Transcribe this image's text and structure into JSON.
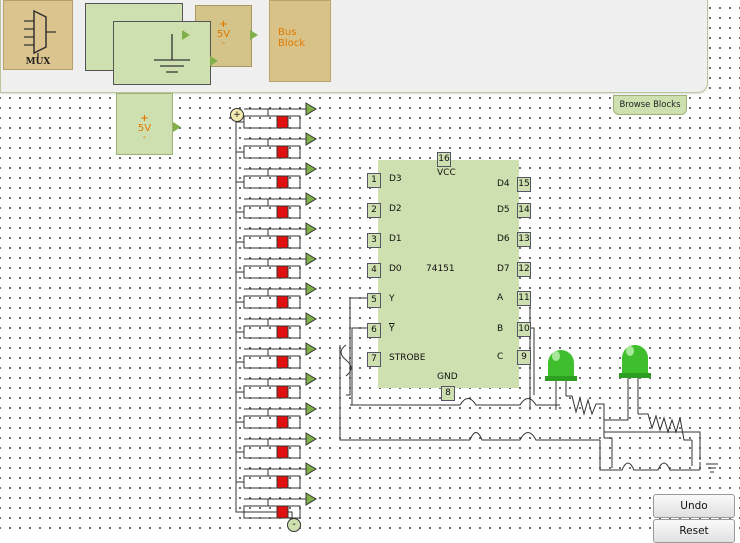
{
  "palette": {
    "mux_label": "MUX",
    "power_plus": "+",
    "power_label": "5V",
    "power_minus": "-",
    "bus_label_line1": "Bus",
    "bus_label_line2": "Block"
  },
  "browse_blocks_label": "Browse Blocks",
  "canvas_power": {
    "plus": "+",
    "label": "5V",
    "minus": "-"
  },
  "switch_bank": {
    "count": 14,
    "top_terminal": "+",
    "bottom_terminal": "-"
  },
  "chip": {
    "part": "74151",
    "vcc": "VCC",
    "gnd": "GND",
    "left_labels": [
      "D3",
      "D2",
      "D1",
      "D0",
      "Y",
      "Y",
      "STROBE"
    ],
    "left_pins": [
      "1",
      "2",
      "3",
      "4",
      "5",
      "6",
      "7"
    ],
    "right_labels": [
      "D4",
      "D5",
      "D6",
      "D7",
      "A",
      "B",
      "C"
    ],
    "right_pins": [
      "15",
      "14",
      "13",
      "12",
      "11",
      "10",
      "9"
    ],
    "top_pin": "16",
    "bottom_pin": "8"
  },
  "controls": {
    "undo": "Undo",
    "reset": "Reset"
  },
  "colors": {
    "led": "#3fbf2e",
    "switch": "#e01010",
    "chip": "#cfe0b0",
    "accent": "#e07a00"
  }
}
